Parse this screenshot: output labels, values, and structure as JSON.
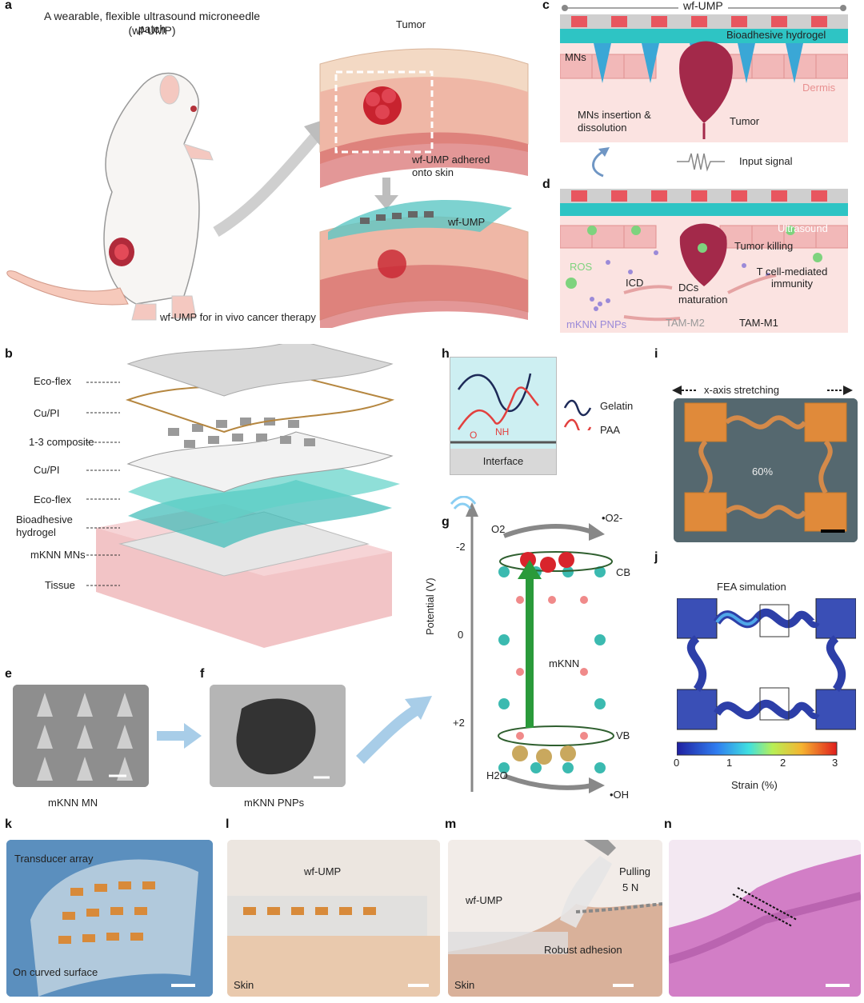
{
  "panels": {
    "a": {
      "label": "a",
      "title": "A wearable, flexible ultrasound microneedle patch",
      "subtitle": "(wf-UMP)",
      "tumor": "Tumor",
      "adhered": "wf-UMP adhered onto skin",
      "wfump": "wf-UMP",
      "caption": "wf-UMP for in vivo cancer therapy"
    },
    "b": {
      "label": "b",
      "layers": [
        "Eco-flex",
        "Cu/PI",
        "1-3 composite",
        "Cu/PI",
        "Eco-flex",
        "Bioadhesive hydrogel",
        "mKNN MNs",
        "Tissue"
      ]
    },
    "c": {
      "label": "c",
      "title": "wf-UMP",
      "hydrogel": "Bioadhesive hydrogel",
      "mns": "MNs",
      "dermis": "Dermis",
      "insertion": "MNs insertion & dissolution",
      "tumor": "Tumor",
      "input": "Input signal"
    },
    "d": {
      "label": "d",
      "ultrasound": "Ultrasound",
      "tumor_killing": "Tumor killing",
      "ros": "ROS",
      "icd": "ICD",
      "dcs": "DCs maturation",
      "tcell": "T cell-mediated immunity",
      "pnps": "mKNN PNPs",
      "tam2": "TAM-M2",
      "tam1": "TAM-M1"
    },
    "e": {
      "label": "e",
      "caption": "mKNN MN"
    },
    "f": {
      "label": "f",
      "caption": "mKNN PNPs"
    },
    "g": {
      "label": "g",
      "ylabel": "Potential (V)",
      "ticks": [
        "-2",
        "0",
        "+2"
      ],
      "o2": "O2",
      "superoxide": "•O2-",
      "cb": "CB",
      "vb": "VB",
      "mknn": "mKNN",
      "h2o": "H2O",
      "oh": "•OH"
    },
    "h": {
      "label": "h",
      "interface": "Interface",
      "legend": [
        "Gelatin",
        "PAA"
      ],
      "nh": "NH",
      "o": "O"
    },
    "i": {
      "label": "i",
      "title": "x-axis stretching",
      "percent": "60%"
    },
    "j": {
      "label": "j",
      "title": "FEA simulation",
      "ticks": [
        "0",
        "1",
        "2",
        "3"
      ],
      "xlabel": "Strain (%)"
    },
    "k": {
      "label": "k",
      "top": "Transducer array",
      "bottom": "On curved surface"
    },
    "l": {
      "label": "l",
      "top": "wf-UMP",
      "bottom": "Skin"
    },
    "m": {
      "label": "m",
      "wfump": "wf-UMP",
      "pulling": "Pulling",
      "force": "5 N",
      "adhesion": "Robust adhesion",
      "skin": "Skin"
    },
    "n": {
      "label": "n"
    }
  },
  "colors": {
    "hydrogel": "#2ec4c4",
    "tissue": "#f2b8b8",
    "tumor": "#a3294a",
    "microneedle": "#3aa7d6",
    "pnp": "#9b8ad8",
    "ros": "#7ed37e",
    "arrow": "#888888"
  }
}
